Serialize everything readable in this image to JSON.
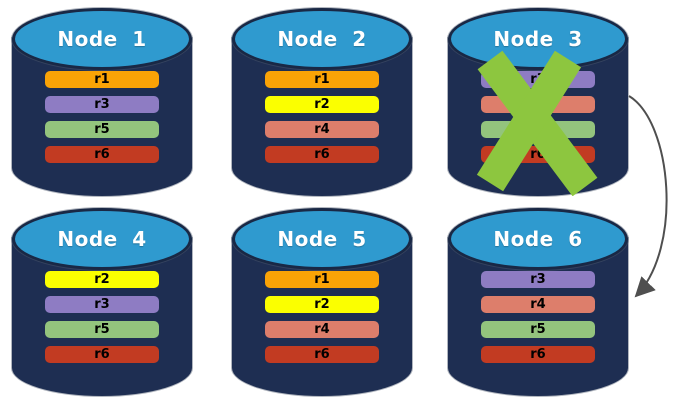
{
  "palette": {
    "background": "#FFFFFF",
    "cylinder_top": "#2F9ACF",
    "cylinder_body": "#1E2E52",
    "cylinder_outline": "#192845",
    "title_text": "#FFFFFF",
    "replica_text": "#000000"
  },
  "nodes": [
    {
      "label": "Node 1",
      "replicas": [
        {
          "label": "r1",
          "color": "#FAA306"
        },
        {
          "label": "r3",
          "color": "#8E7CC3"
        },
        {
          "label": "r5",
          "color": "#93C47D"
        },
        {
          "label": "r6",
          "color": "#C23B22"
        }
      ]
    },
    {
      "label": "Node 2",
      "replicas": [
        {
          "label": "r1",
          "color": "#FAA306"
        },
        {
          "label": "r2",
          "color": "#FBFF00"
        },
        {
          "label": "r4",
          "color": "#DD7E6B"
        },
        {
          "label": "r6",
          "color": "#C23B22"
        }
      ]
    },
    {
      "label": "Node 3",
      "replicas": [
        {
          "label": "r3",
          "color": "#8E7CC3"
        },
        {
          "label": "r4",
          "color": "#DD7E6B"
        },
        {
          "label": "r5",
          "color": "#93C47D"
        },
        {
          "label": "r6",
          "color": "#C23B22"
        }
      ]
    },
    {
      "label": "Node 4",
      "replicas": [
        {
          "label": "r2",
          "color": "#FBFF00"
        },
        {
          "label": "r3",
          "color": "#8E7CC3"
        },
        {
          "label": "r5",
          "color": "#93C47D"
        },
        {
          "label": "r6",
          "color": "#C23B22"
        }
      ]
    },
    {
      "label": "Node 5",
      "replicas": [
        {
          "label": "r1",
          "color": "#FAA306"
        },
        {
          "label": "r2",
          "color": "#FBFF00"
        },
        {
          "label": "r4",
          "color": "#DD7E6B"
        },
        {
          "label": "r6",
          "color": "#C23B22"
        }
      ]
    },
    {
      "label": "Node 6",
      "replicas": [
        {
          "label": "r3",
          "color": "#8E7CC3"
        },
        {
          "label": "r4",
          "color": "#DD7E6B"
        },
        {
          "label": "r5",
          "color": "#93C47D"
        },
        {
          "label": "r6",
          "color": "#C23B22"
        }
      ]
    }
  ],
  "annotations": {
    "failure_mark": {
      "on_node": "Node 3",
      "color": "#8DC63F"
    },
    "failover_arrow": {
      "from": "Node 3",
      "to": "Node 6",
      "color": "#4F4F4F"
    }
  }
}
